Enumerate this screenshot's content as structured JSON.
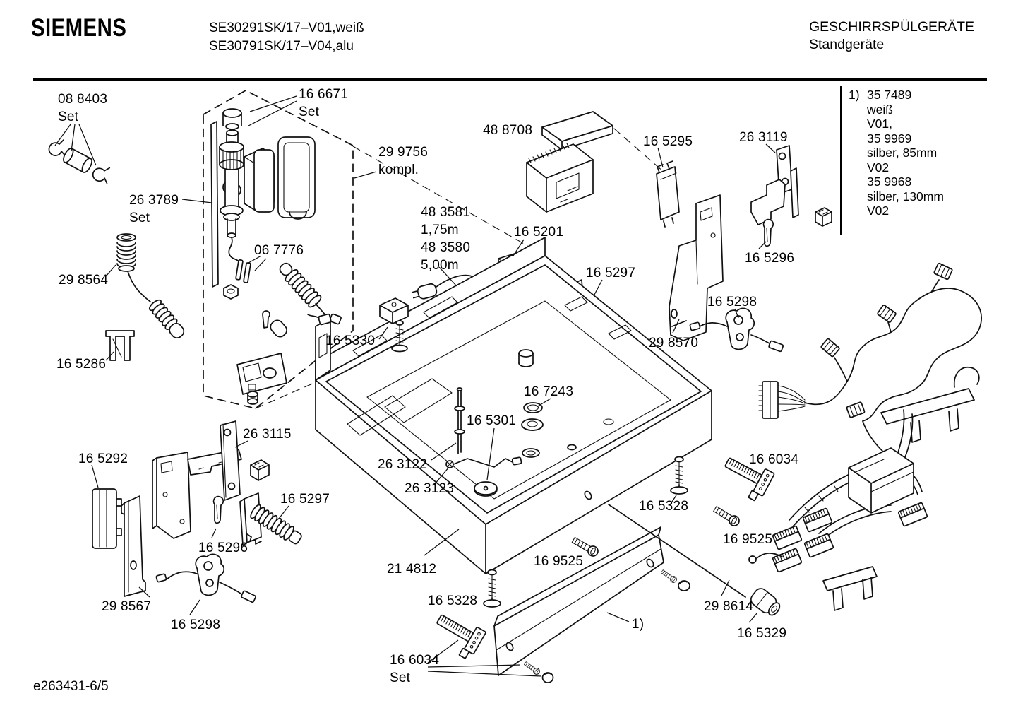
{
  "header": {
    "brand": "SIEMENS",
    "model_line1": "SE30291SK/17–V01,weiß",
    "model_line2": "SE30791SK/17–V04,alu",
    "category_line1": "GESCHIRRSPÜLGERÄTE",
    "category_line2": "Standgeräte"
  },
  "variant_note": {
    "marker": "1)",
    "lines": [
      "35 7489",
      "weiß",
      "V01,",
      "35 9969",
      "silber, 85mm",
      "V02",
      "35 9968",
      "silber, 130mm",
      "V02"
    ]
  },
  "footer": {
    "doc_number": "e263431-6/5"
  },
  "diagram": {
    "labels": {
      "l_088403": "08 8403\nSet",
      "l_166671": "16 6671\nSet",
      "l_299756": "29 9756\nkompl.",
      "l_263789": "26 3789\nSet",
      "l_067776": "06 7776",
      "l_298564": "29 8564",
      "l_165286": "16 5286",
      "l_488708": "48 8708",
      "l_483581": "48 3581\n1,75m\n48 3580\n5,00m",
      "l_165201": "16 5201",
      "l_165295": "16 5295",
      "l_263119": "26 3119",
      "l_165296_r": "16 5296",
      "l_165297_r": "16 5297",
      "l_165298_r": "16 5298",
      "l_298570": "29 8570",
      "l_165330": "16 5330",
      "l_167243": "16 7243",
      "l_165301": "16 5301",
      "l_263122": "26 3122",
      "l_263123": "26 3123",
      "l_263115": "26 3115",
      "l_165292": "16 5292",
      "l_165297_l": "16 5297",
      "l_165296_l": "16 5296",
      "l_298567": "29 8567",
      "l_165298_l": "16 5298",
      "l_214812": "21 4812",
      "l_169525_c": "16 9525",
      "l_165328_c": "16 5328",
      "l_166034_b": "16 6034\nSet",
      "l_ref1": "1)",
      "l_165328_r": "16 5328",
      "l_166034_r": "16 6034",
      "l_169525_r": "16 9525",
      "l_298614": "29 8614",
      "l_165329": "16 5329"
    }
  },
  "colors": {
    "ink": "#101010",
    "paper": "#ffffff"
  }
}
